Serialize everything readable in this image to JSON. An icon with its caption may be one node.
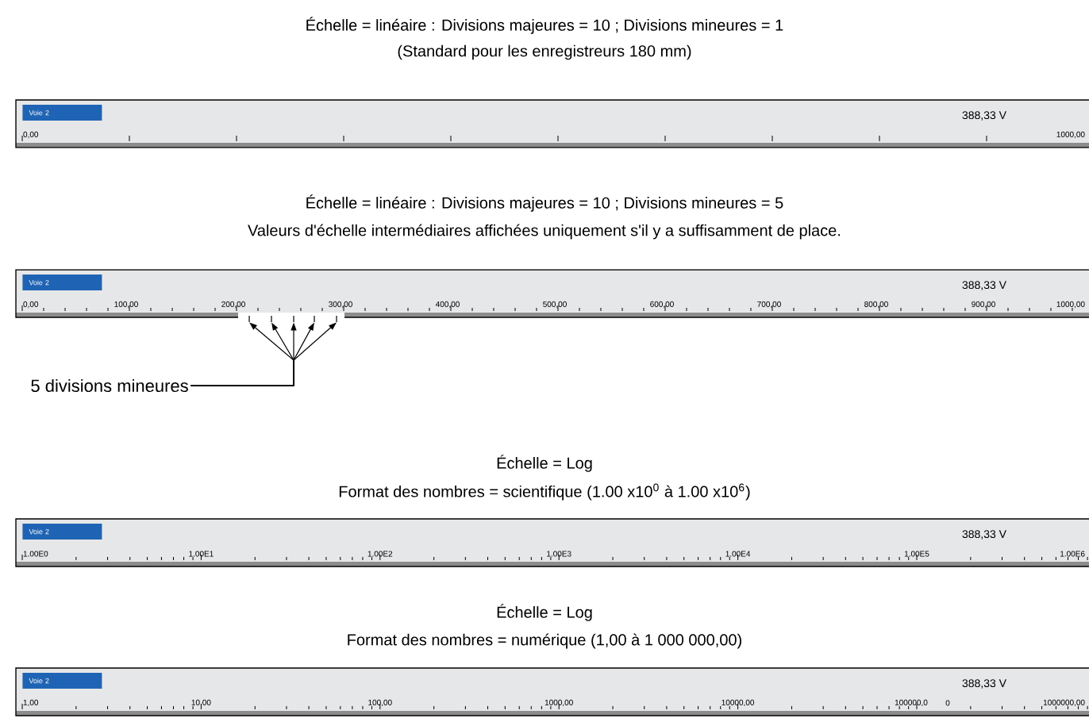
{
  "diagram": {
    "nodes": [
      {
        "text": [
          "5 divisions mineures"
        ]
      },
      {
        "text": [],
        "shape": "tick"
      },
      {
        "text": [],
        "shape": "tick"
      },
      {
        "text": [],
        "shape": "tick"
      },
      {
        "text": [],
        "shape": "tick"
      },
      {
        "text": [],
        "shape": "tick"
      }
    ],
    "edges": [
      {
        "from": 0,
        "to": 1,
        "arrow": "to"
      },
      {
        "from": 0,
        "to": 2,
        "arrow": "to"
      },
      {
        "from": 0,
        "to": 3,
        "arrow": "to"
      },
      {
        "from": 0,
        "to": 4,
        "arrow": "to"
      },
      {
        "from": 0,
        "to": 5,
        "arrow": "to"
      }
    ],
    "labels": [
      "Échelle = linéaire : Divisions majeures = 10 ; Divisions mineures = 1",
      "(Standard pour les enregistreurs 180 mm)",
      "Voie 2",
      "388,33 V",
      "0,00",
      "1000,00",
      "Échelle = linéaire : Divisions majeures = 10 ; Divisions mineures = 5",
      "Valeurs d'échelle intermédiaires affichées uniquement s'il y a suffisamment de place.",
      "Voie 2",
      "388,33 V",
      "0,00",
      "100,00",
      "200,00",
      "300,00",
      "400,00",
      "500,00",
      "600,00",
      "700,00",
      "800,00",
      "900,00",
      "1000,00",
      "Échelle = Log",
      "Format des nombres = scientifique (1.00 x10$^{0}$ à 1.00 x10$^{6}$)",
      "Voie 2",
      "388,33 V",
      "1.00E0",
      "1.00E1",
      "1.00E2",
      "1.00E3",
      "1.00E4",
      "1.00E5",
      "1.00E6",
      "Échelle = Log",
      "Format des nombres = numérique (1,00 à 1 000 000,00)",
      "Voie 2",
      "388,33 V",
      "1,00",
      "10,00",
      "100,00",
      "1000,00",
      "10000,00",
      "100000,0",
      "0",
      "1000000,00"
    ]
  }
}
